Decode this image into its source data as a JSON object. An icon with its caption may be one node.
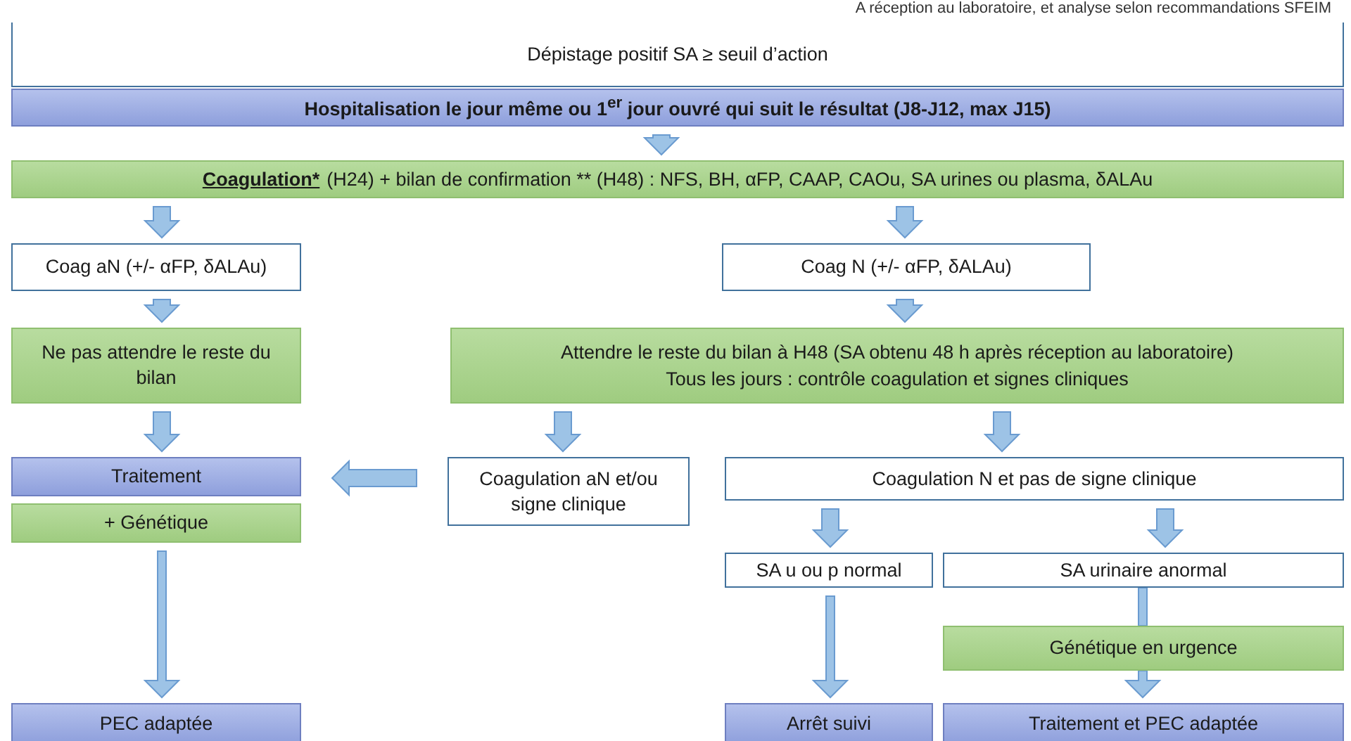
{
  "diagram": {
    "nodes": [
      {
        "text": [
          "Dépistage positif SA ≥ seuil d’action"
        ]
      },
      {
        "text": [
          "Hospitalisation le jour même ou 1$^{er}$ jour ouvré qui suit le résultat (J8-J12, max J15)"
        ]
      },
      {
        "text": [
          "Coagulation*",
          "(H24) + bilan de confirmation ** (H48) : NFS, BH, αFP, CAAP, CAOu, SA urines ou plasma, δALAu"
        ]
      },
      {
        "text": [
          "Coag aN (+/- αFP, δALAu)"
        ]
      },
      {
        "text": [
          "Coag N (+/- αFP, δALAu)"
        ]
      },
      {
        "text": [
          "Ne pas attendre le reste du bilan"
        ]
      },
      {
        "text": [
          "Attendre le reste du bilan à H48 (SA obtenu 48 h après réception au laboratoire)",
          "Tous les jours : contrôle coagulation et signes cliniques"
        ]
      },
      {
        "text": [
          "Traitement"
        ]
      },
      {
        "text": [
          "+ Génétique"
        ]
      },
      {
        "text": [
          "Coagulation aN et/ou signe clinique"
        ]
      },
      {
        "text": [
          "Coagulation N et pas de signe clinique"
        ]
      },
      {
        "text": [
          "SA u ou p normal"
        ]
      },
      {
        "text": [
          "SA urinaire anormal"
        ]
      },
      {
        "text": [
          "Génétique en urgence"
        ]
      },
      {
        "text": [
          "PEC adaptée"
        ]
      },
      {
        "text": [
          "Arrêt suivi"
        ]
      },
      {
        "text": [
          "Traitement et PEC adaptée"
        ]
      }
    ],
    "edges": [
      {
        "from": 1,
        "to": 2,
        "arrow": "to"
      },
      {
        "from": 2,
        "to": 3,
        "arrow": "to"
      },
      {
        "from": 2,
        "to": 4,
        "arrow": "to"
      },
      {
        "from": 3,
        "to": 5,
        "arrow": "to"
      },
      {
        "from": 4,
        "to": 6,
        "arrow": "to"
      },
      {
        "from": 5,
        "to": 7,
        "arrow": "to"
      },
      {
        "from": 6,
        "to": 9,
        "arrow": "to"
      },
      {
        "from": 6,
        "to": 10,
        "arrow": "to"
      },
      {
        "from": 9,
        "to": 7,
        "arrow": "to"
      },
      {
        "from": 10,
        "to": 11,
        "arrow": "to"
      },
      {
        "from": 10,
        "to": 12,
        "arrow": "to"
      },
      {
        "from": 8,
        "to": 14,
        "arrow": "to"
      },
      {
        "from": 11,
        "to": 15,
        "arrow": "to"
      },
      {
        "from": 12,
        "to": 13,
        "arrow": "none"
      },
      {
        "from": 13,
        "to": 16,
        "arrow": "to"
      }
    ],
    "labels": [
      "A réception au laboratoire, et analyse selon recommandations SFEIM"
    ]
  }
}
